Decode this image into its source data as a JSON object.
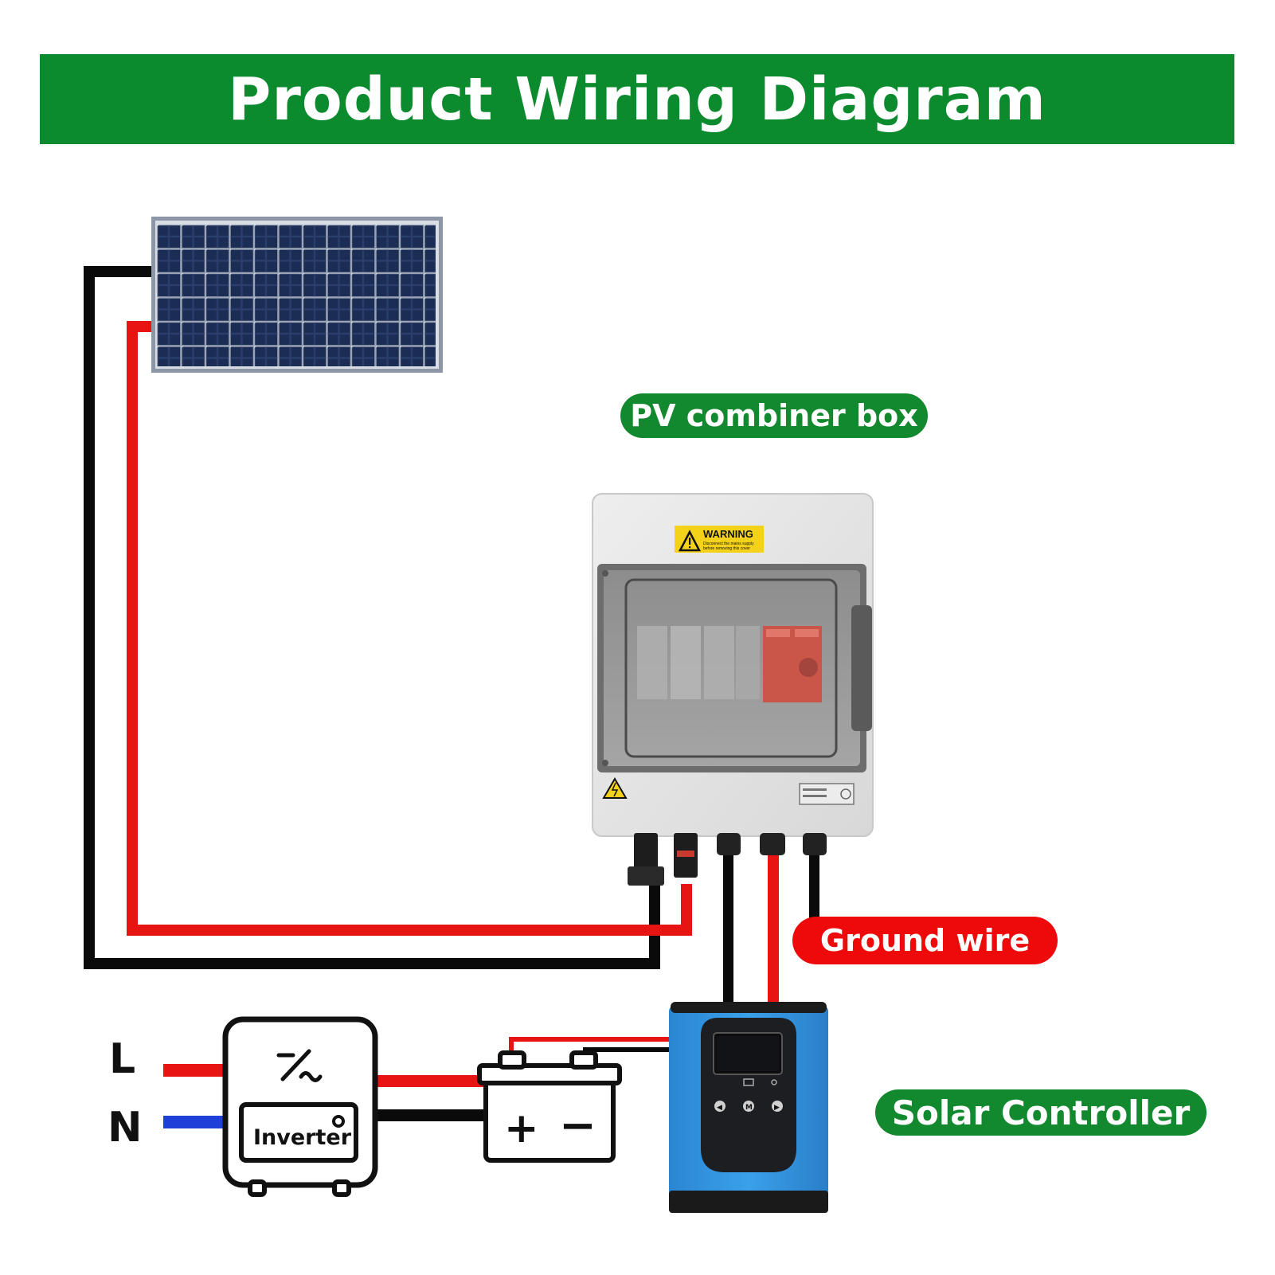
{
  "title": "Product Wiring Diagram",
  "labels": {
    "pv_combiner_box": "PV combiner box",
    "ground_wire": "Ground wire",
    "solar_controller": "Solar Controller",
    "line_l": "L",
    "line_n": "N"
  },
  "combiner_box": {
    "warning_title": "WARNING",
    "warning_line1": "Disconnect the mains supply",
    "warning_line2": "before removing this cover"
  },
  "inverter": {
    "label": "Inverter",
    "symbol": "⁻/~"
  },
  "battery": {
    "plus": "+",
    "minus": "−"
  },
  "controller": {
    "buttons": [
      "◀",
      "M",
      "▶"
    ]
  },
  "colors": {
    "banner_green": "#0b8a2e",
    "pill_green": "#13892f",
    "ground_red": "#ee0a0a",
    "wire_red": "#e81414",
    "wire_black": "#0a0a0a",
    "wire_blue": "#1e3fd8",
    "panel_cell": "#1c2f55",
    "controller_blue": "#2e8fd8"
  },
  "icons": [
    "solar-panel-icon",
    "combiner-box-icon",
    "warning-triangle-icon",
    "inverter-icon",
    "battery-icon",
    "solar-controller-icon"
  ]
}
